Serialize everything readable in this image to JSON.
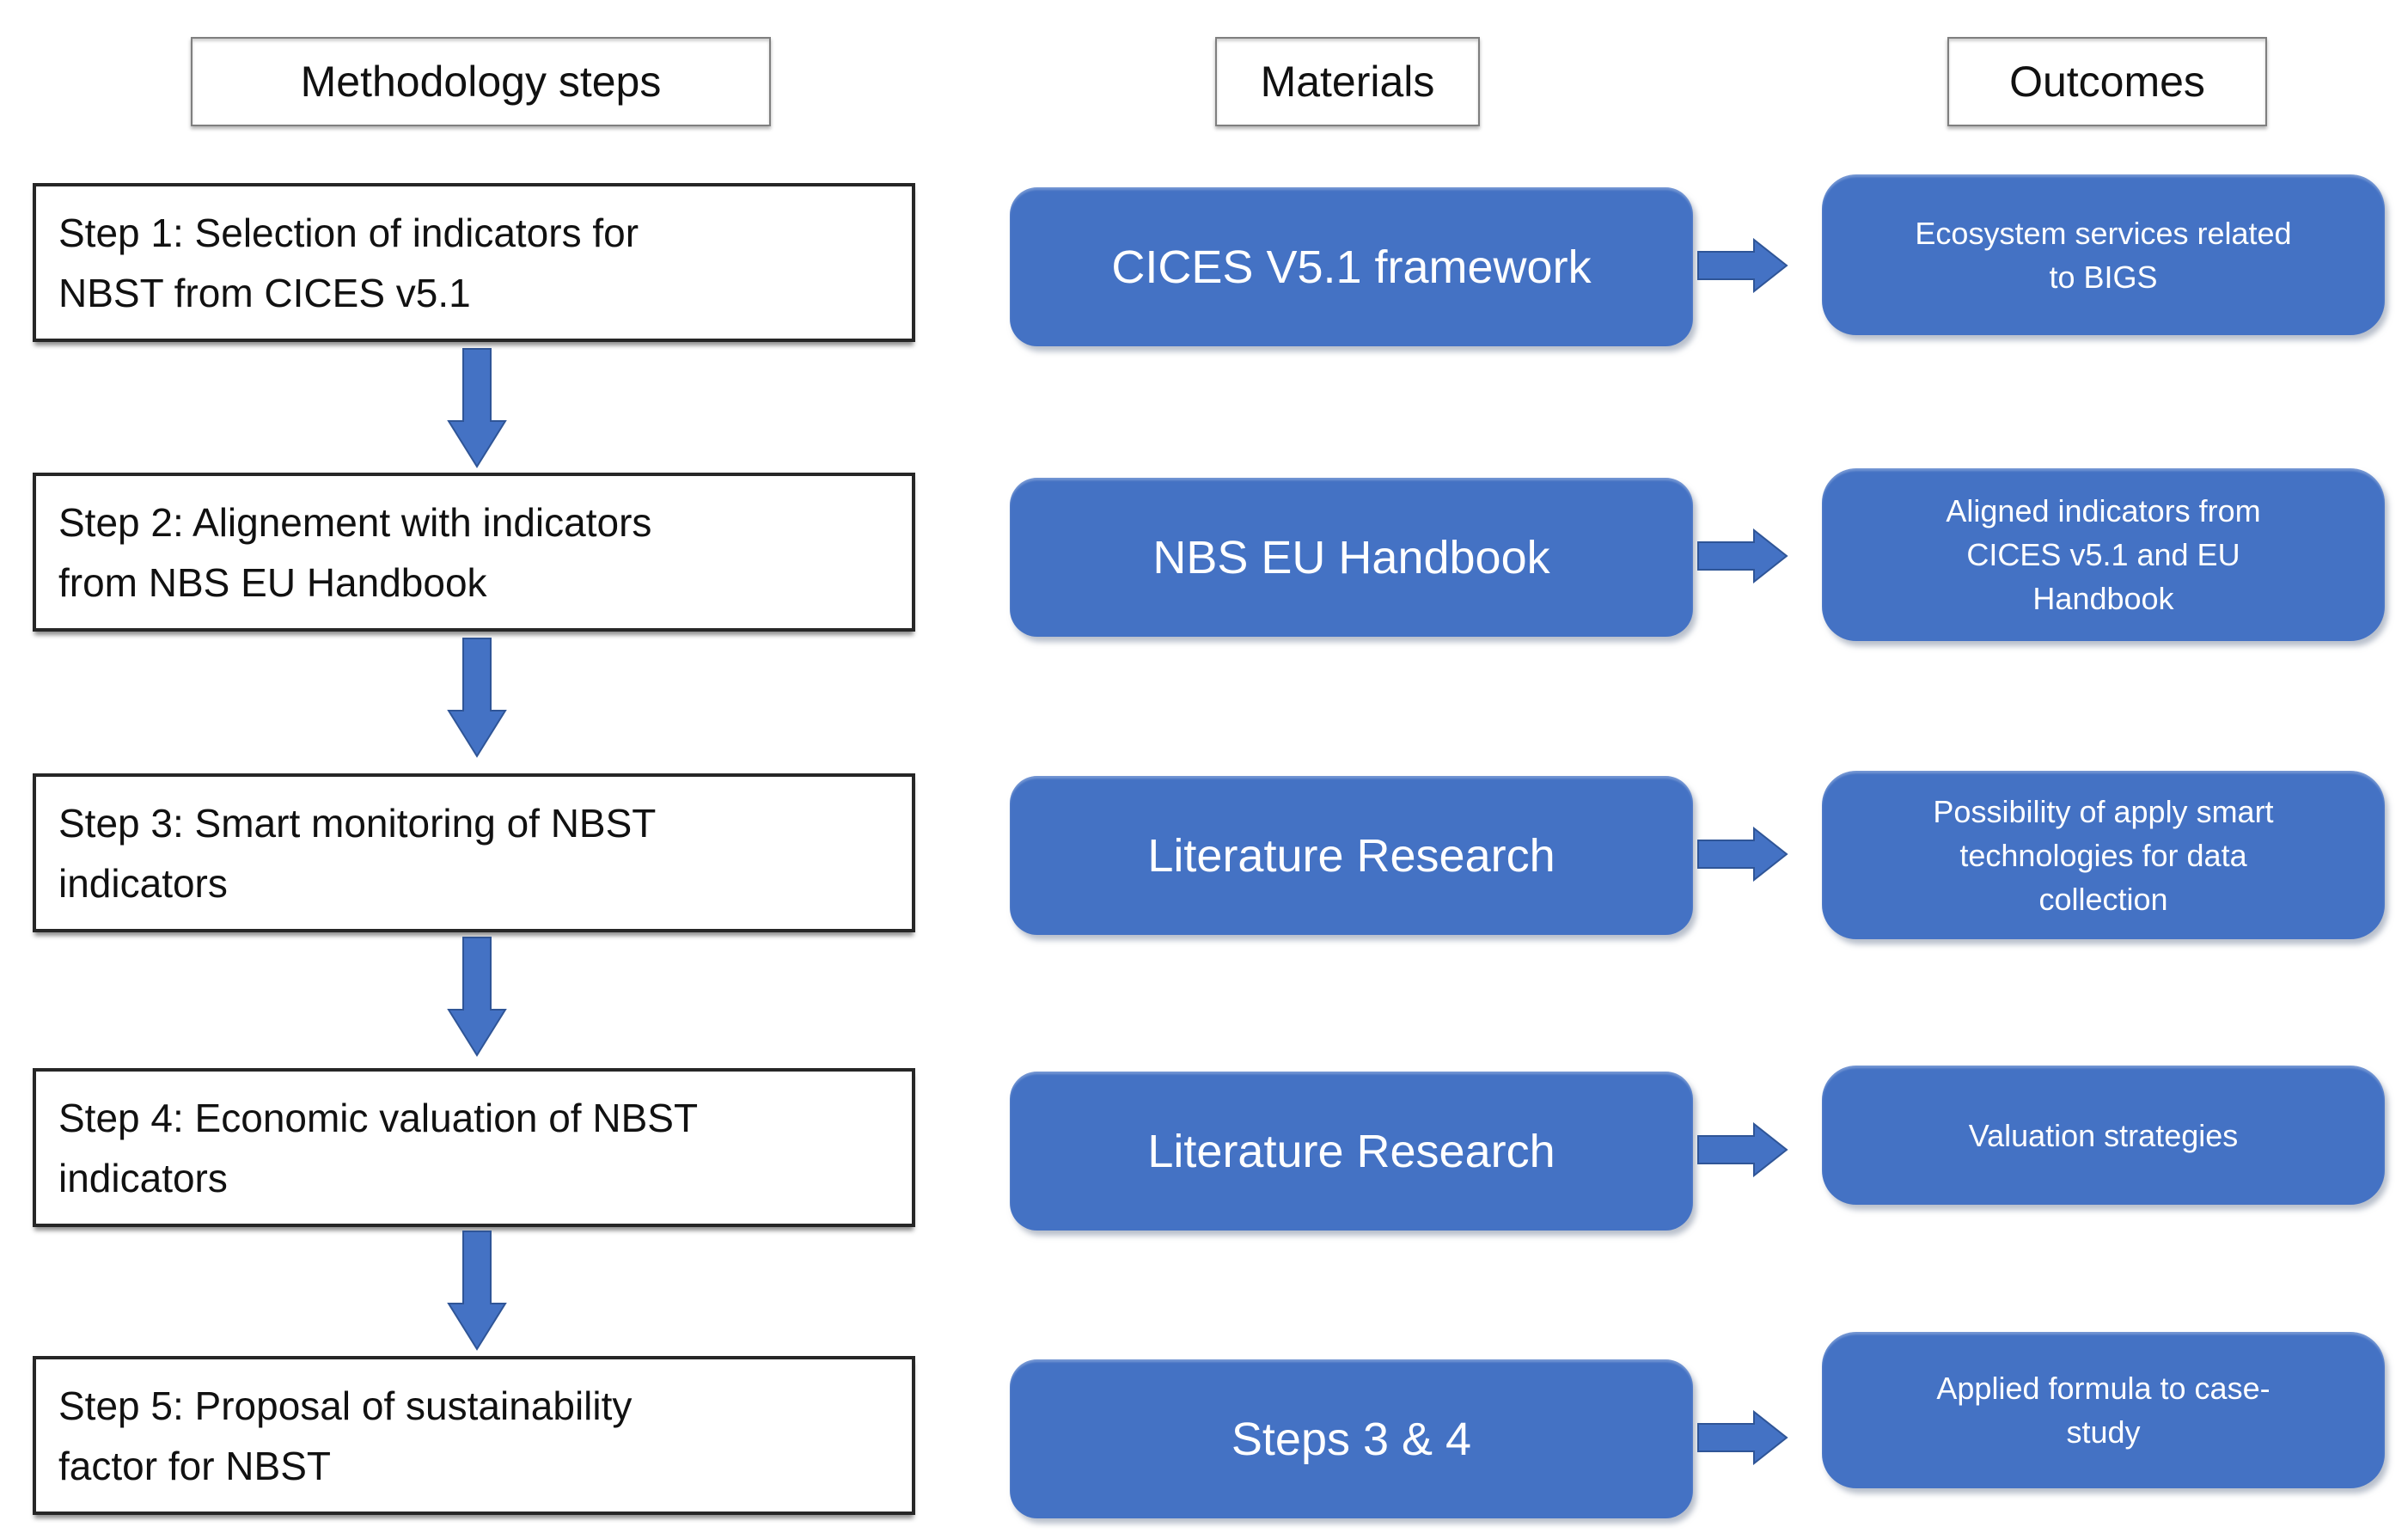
{
  "diagram": {
    "kind": "methodology-flowchart",
    "columns": 3,
    "row_count": 5
  },
  "colors": {
    "accent_blue": "#4472C4",
    "accent_blue_dark": "#2F5597",
    "step_border": "#262626",
    "header_border": "#7f7f7f",
    "text_dark": "#111111",
    "text_light": "#ffffff",
    "background": "#ffffff"
  },
  "headers": {
    "methodology": "Methodology steps",
    "materials": "Materials",
    "outcomes": "Outcomes"
  },
  "rows": [
    {
      "step_lines": [
        "Step 1: Selection of indicators for",
        "NBST from CICES v5.1"
      ],
      "material": "CICES V5.1 framework",
      "outcome_lines": [
        "Ecosystem services related",
        "to BIGS"
      ]
    },
    {
      "step_lines": [
        "Step 2: Alignement with indicators",
        "from NBS EU Handbook"
      ],
      "material": "NBS EU Handbook",
      "outcome_lines": [
        "Aligned indicators from",
        "CICES v5.1 and EU",
        "Handbook"
      ]
    },
    {
      "step_lines": [
        "Step 3: Smart monitoring of NBST",
        "indicators"
      ],
      "material": "Literature Research",
      "outcome_lines": [
        "Possibility of apply smart",
        "technologies for data",
        "collection"
      ]
    },
    {
      "step_lines": [
        "Step 4: Economic valuation of NBST",
        "indicators"
      ],
      "material": "Literature Research",
      "outcome_lines": [
        "Valuation strategies"
      ]
    },
    {
      "step_lines": [
        "Step 5: Proposal of sustainability",
        "factor for NBST"
      ],
      "material": "Steps 3 & 4",
      "outcome_lines": [
        "Applied formula to case-",
        "study"
      ]
    }
  ],
  "icons": {
    "down_arrow": "down-block-arrow",
    "right_arrow": "right-block-arrow"
  }
}
